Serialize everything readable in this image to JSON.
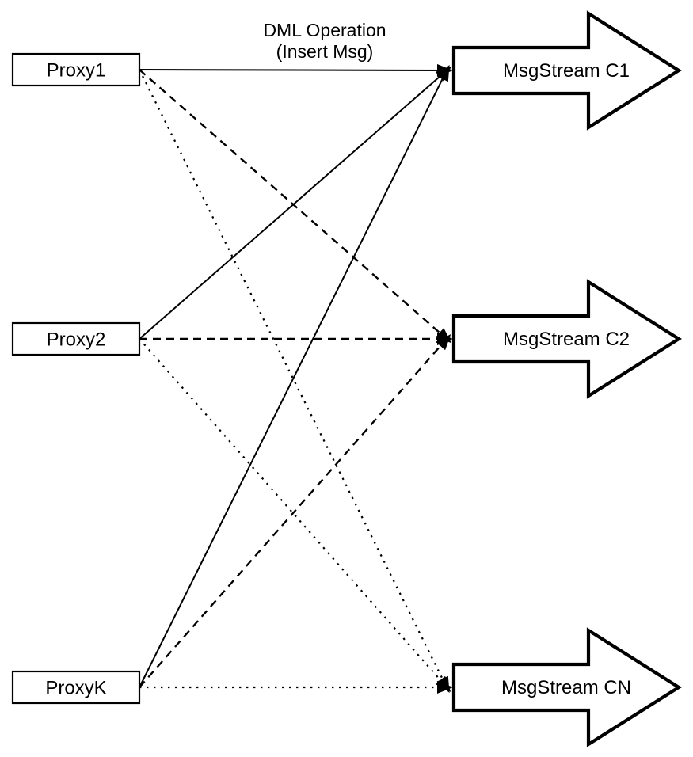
{
  "diagram": {
    "title": {
      "line1": "DML Operation",
      "line2": "(Insert Msg)"
    },
    "proxies": [
      {
        "id": "proxy1",
        "label": "Proxy1"
      },
      {
        "id": "proxy2",
        "label": "Proxy2"
      },
      {
        "id": "proxyk",
        "label": "ProxyK"
      }
    ],
    "streams": [
      {
        "id": "c1",
        "label": "MsgStream C1"
      },
      {
        "id": "c2",
        "label": "MsgStream C2"
      },
      {
        "id": "cn",
        "label": "MsgStream CN"
      }
    ],
    "edges": [
      {
        "from": "proxy1",
        "to": "c1",
        "style": "solid"
      },
      {
        "from": "proxy1",
        "to": "c2",
        "style": "dashed"
      },
      {
        "from": "proxy1",
        "to": "cn",
        "style": "dotted"
      },
      {
        "from": "proxy2",
        "to": "c1",
        "style": "solid"
      },
      {
        "from": "proxy2",
        "to": "c2",
        "style": "dashed"
      },
      {
        "from": "proxy2",
        "to": "cn",
        "style": "dotted"
      },
      {
        "from": "proxyk",
        "to": "c1",
        "style": "solid"
      },
      {
        "from": "proxyk",
        "to": "c2",
        "style": "dashed"
      },
      {
        "from": "proxyk",
        "to": "cn",
        "style": "dotted"
      }
    ],
    "colors": {
      "stroke": "#000000",
      "fill": "#ffffff"
    }
  }
}
